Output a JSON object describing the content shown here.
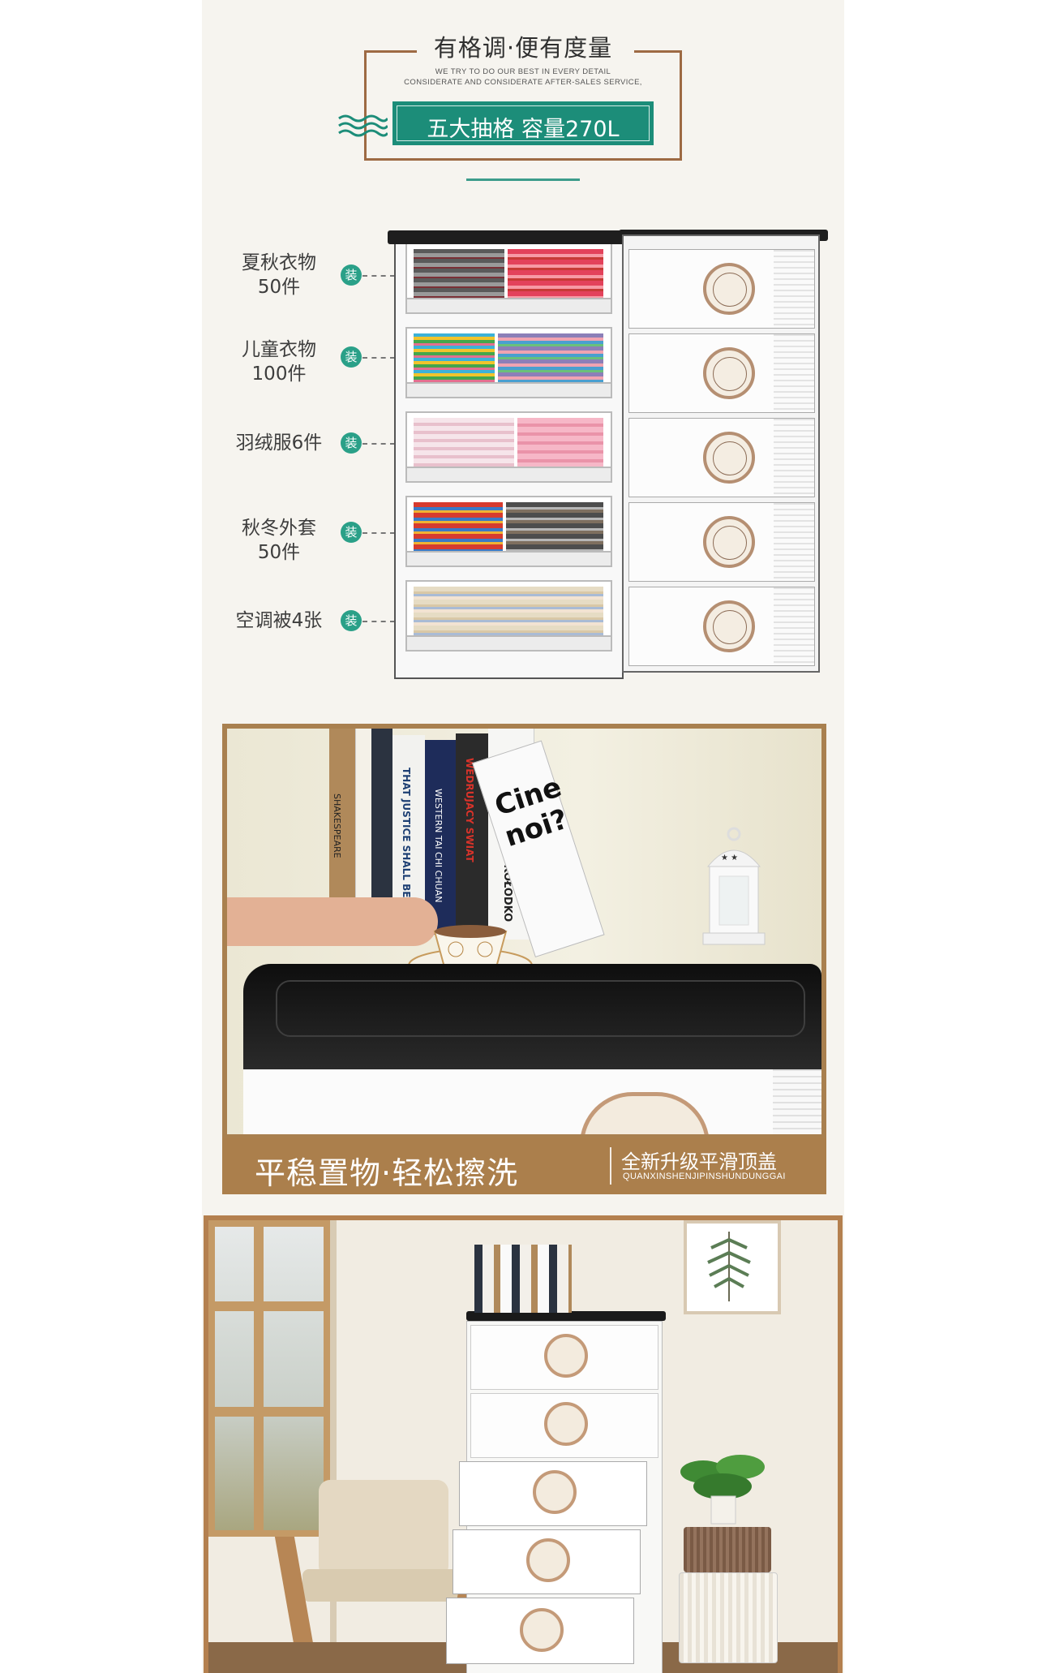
{
  "header": {
    "slogan": "有格调·便有度量",
    "english_line1": "WE TRY TO DO OUR BEST IN EVERY DETAIL",
    "english_line2": "CONSIDERATE AND CONSIDERATE AFTER-SALES SERVICE,",
    "capacity": "五大抽格 容量270L"
  },
  "drawers": [
    {
      "label_line1": "夏秋衣物",
      "label_line2": "50件",
      "badge": "装"
    },
    {
      "label_line1": "儿童衣物",
      "label_line2": "100件",
      "badge": "装"
    },
    {
      "label_line1": "羽绒服6件",
      "label_line2": "",
      "badge": "装"
    },
    {
      "label_line1": "秋冬外套",
      "label_line2": "50件",
      "badge": "装"
    },
    {
      "label_line1": "空调被4张",
      "label_line2": "",
      "badge": "装"
    }
  ],
  "top_feature": {
    "title": "平稳置物·轻松擦洗",
    "subtitle": "全新升级平滑顶盖",
    "subtitle_en": "QUANXINSHENJIPINSHUNDUNGGAI"
  },
  "book_titles": {
    "b1": "SHAKESPEARE",
    "b2": "THAT JUSTICE SHALL BE DONE",
    "b3": "WESTERN TAI CHI CHUAN",
    "b4": "WEDRUJACY SWIAT",
    "b5": "GRZEGORZ W. KOŁODKO",
    "b6": "Cine noi?"
  },
  "colors": {
    "teal": "#1c8d79",
    "brown": "#ab7f4c",
    "frame": "#9d6a43"
  }
}
